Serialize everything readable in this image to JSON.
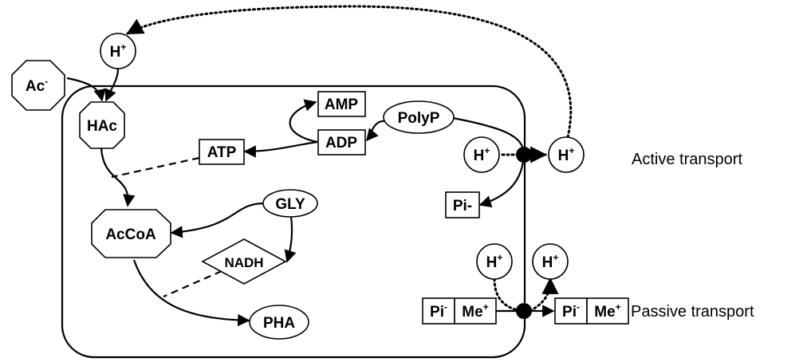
{
  "nodes": {
    "ac": {
      "label": "Ac",
      "sup": "-"
    },
    "h_top": {
      "label": "H",
      "sup": "+"
    },
    "hac": {
      "label": "HAc"
    },
    "amp": {
      "label": "AMP"
    },
    "adp": {
      "label": "ADP"
    },
    "polyp": {
      "label": "PolyP"
    },
    "atp": {
      "label": "ATP"
    },
    "h_in": {
      "label": "H",
      "sup": "+"
    },
    "h_out": {
      "label": "H",
      "sup": "+"
    },
    "pi_in": {
      "label": "Pi-"
    },
    "gly": {
      "label": "GLY"
    },
    "accoa": {
      "label": "AcCoA"
    },
    "nadh": {
      "label": "NADH"
    },
    "pha": {
      "label": "PHA"
    },
    "h_p1": {
      "label": "H",
      "sup": "+"
    },
    "h_p2": {
      "label": "H",
      "sup": "+"
    },
    "pi_p_in": {
      "label": "Pi",
      "sup": "-"
    },
    "me_p_in": {
      "label": "Me",
      "sup": "+"
    },
    "pi_p_out": {
      "label": "Pi",
      "sup": "-"
    },
    "me_p_out": {
      "label": "Me",
      "sup": "+"
    }
  },
  "labels": {
    "active": "Active transport",
    "passive": "Passive transport"
  }
}
